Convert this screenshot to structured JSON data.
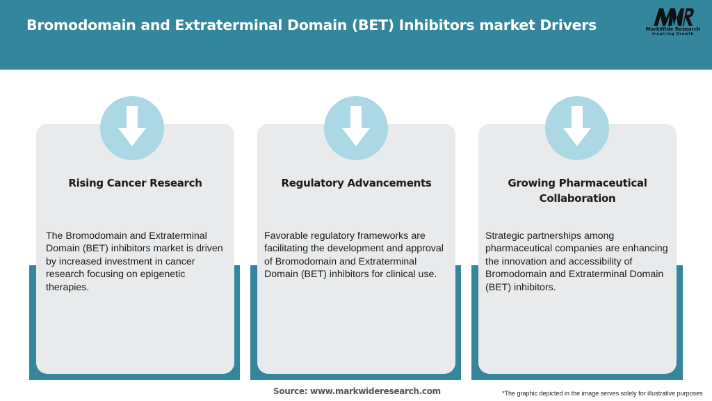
{
  "header": {
    "title": "Bromodomain and Extraterminal Domain (BET) Inhibitors market Drivers",
    "background_color": "#33869c"
  },
  "logo": {
    "mark": "MWR",
    "name": "MarkWide Research",
    "tagline": "Inspiring Growth"
  },
  "drivers": [
    {
      "icon": "down-arrow-icon",
      "title": "Rising Cancer Research",
      "description": "The Bromodomain and Extraterminal Domain (BET) inhibitors market is driven by increased investment in cancer research focusing on epigenetic therapies."
    },
    {
      "icon": "down-arrow-icon",
      "title": "Regulatory Advancements",
      "description": "Favorable regulatory frameworks are facilitating the development and approval of Bromodomain and Extraterminal Domain (BET) inhibitors for clinical use."
    },
    {
      "icon": "down-arrow-icon",
      "title": "Growing Pharmaceutical Collaboration",
      "description": "Strategic partnerships among pharmaceutical companies are enhancing the innovation and accessibility of Bromodomain and Extraterminal Domain (BET) inhibitors."
    }
  ],
  "colors": {
    "accent_teal": "#33869c",
    "card_gray": "#e8eaec",
    "icon_circle": "#acd7e5"
  },
  "footer": {
    "source": "Source: www.markwideresearch.com",
    "disclaimer": "*The graphic depicted in the image serves solely for illustrative purposes"
  }
}
